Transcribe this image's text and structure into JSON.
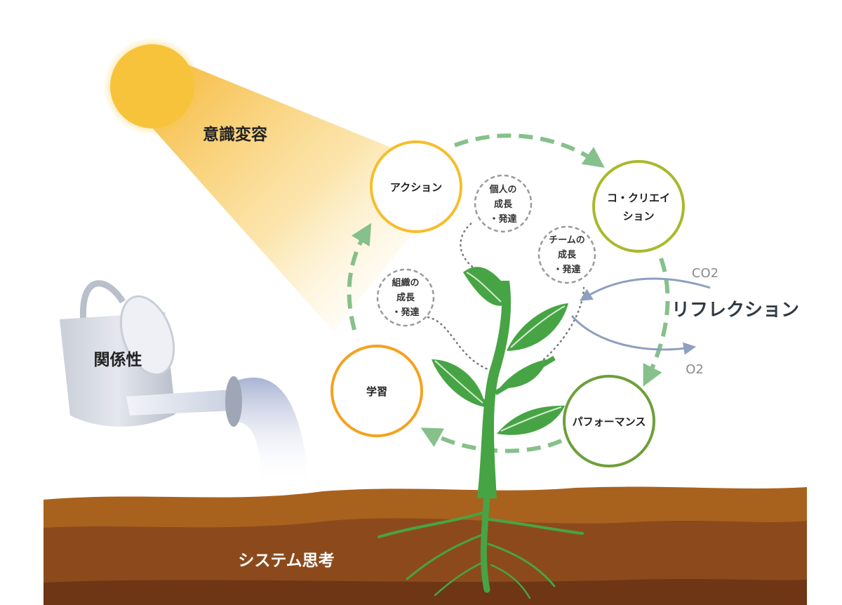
{
  "labels": {
    "sun": "意識変容",
    "watering_can": "関係性",
    "soil": "システム思考",
    "reflection": "リフレクション",
    "co2": "CO2",
    "o2": "O2"
  },
  "cycle": {
    "action": "アクション",
    "cocreation_line1": "コ・クリエイ",
    "cocreation_line2": "ション",
    "performance": "パフォーマンス",
    "learning": "学習"
  },
  "growth": {
    "individual": [
      "個人の",
      "成長",
      "・発達"
    ],
    "team": [
      "チームの",
      "成長",
      "・発達"
    ],
    "organization": [
      "組織の",
      "成長",
      "・発達"
    ]
  },
  "colors": {
    "sun": "#F7C33A",
    "action": "#F6BE2C",
    "cocreation": "#A9B92B",
    "performance": "#6E9F3A",
    "learning": "#F4A21D",
    "arrow": "#86C08A",
    "plant": "#47A444",
    "soil_top": "#A8621E",
    "soil_mid": "#8C4A1C",
    "soil_deep": "#6E3614",
    "reflection_arrow": "#8E9FC0"
  }
}
